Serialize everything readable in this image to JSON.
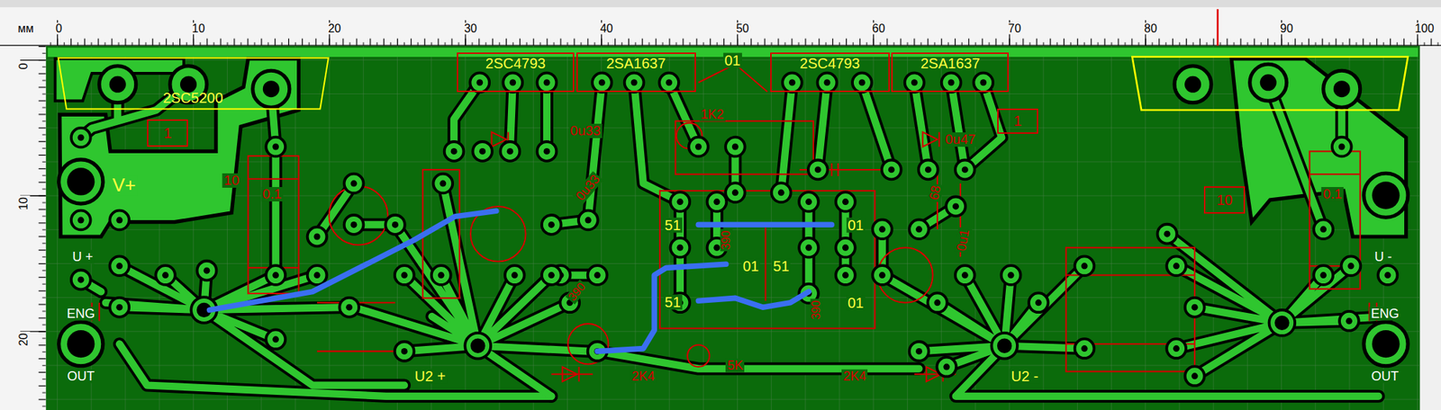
{
  "diagram": {
    "nodes": [
      {
        "text": [
          "2SC5200"
        ]
      },
      {
        "text": [
          "2SC4793"
        ]
      },
      {
        "text": [
          "2SA1637"
        ]
      },
      {
        "text": [
          "2SC4793"
        ]
      },
      {
        "text": [
          "2SA1637"
        ]
      },
      {
        "text": [
          "1"
        ]
      },
      {
        "text": [
          "1"
        ]
      },
      {
        "text": [
          "10"
        ]
      }
    ],
    "labels": [
      "мм",
      "0",
      "10",
      "20",
      "30",
      "40",
      "50",
      "60",
      "70",
      "80",
      "90",
      "100",
      "0",
      "10",
      "20",
      "01",
      "0u33",
      "1K2",
      "0u47",
      "V+",
      "10",
      "0.1",
      "68",
      "0.1",
      "51",
      "01",
      "0u1",
      "U +",
      "U -",
      "01",
      "51",
      "51",
      "01",
      "ENG",
      "ENG",
      "5K",
      "OUT",
      "U2 +",
      "2K4",
      "2K4",
      "U2 -",
      "OUT",
      "390",
      "390",
      "0u33",
      "390"
    ]
  }
}
